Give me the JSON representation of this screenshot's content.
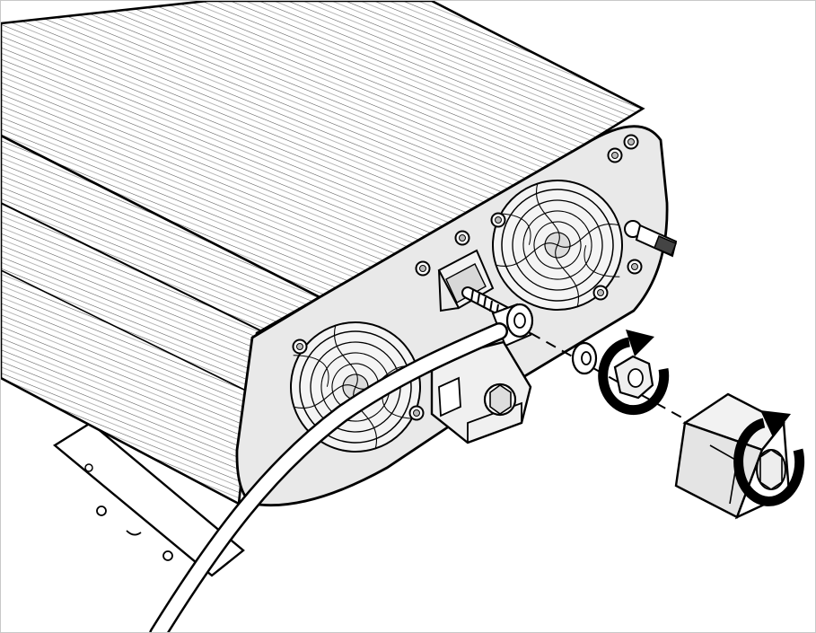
{
  "figure": {
    "kind": "installation-illustration",
    "style": "monochrome line art",
    "background_color": "#ffffff",
    "ink_color": "#000000",
    "panel_color": "#e9e9e9"
  },
  "components": {
    "device": "inverter-housing",
    "fan_count": 2,
    "mount_hole_count_per_flange": 4,
    "parts_exploded": [
      "washer",
      "nut",
      "terminal-cover"
    ],
    "rotation_arrows": [
      "tighten-nut-arrow",
      "fasten-cover-arrow"
    ],
    "icons": [
      "fan-icon",
      "screw-icon",
      "terminal-stud-icon",
      "rotation-arrow-icon"
    ]
  }
}
